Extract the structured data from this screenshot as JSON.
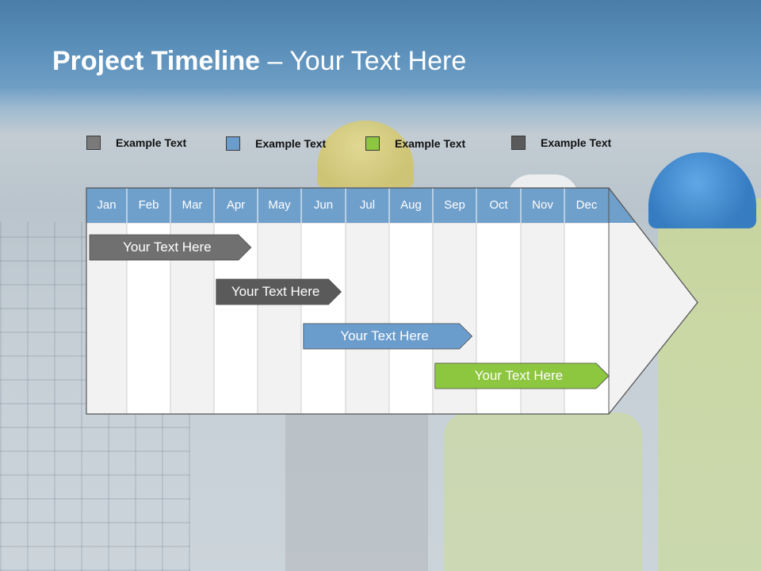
{
  "title": {
    "bold": "Project Timeline",
    "rest": " – Your Text Here"
  },
  "legend": [
    {
      "label": "Example Text",
      "color": "#7a7a7a"
    },
    {
      "label": "Example Text",
      "color": "#6a9ccc"
    },
    {
      "label": "Example Text",
      "color": "#8dc63f"
    },
    {
      "label": "Example Text",
      "color": "#5a5a5a"
    }
  ],
  "months": [
    "Jan",
    "Feb",
    "Mar",
    "Apr",
    "May",
    "Jun",
    "Jul",
    "Aug",
    "Sep",
    "Oct",
    "Nov",
    "Dec"
  ],
  "tasks": [
    {
      "label": "Your  Text Here",
      "start": 0,
      "end": 3.85,
      "color": "#707070"
    },
    {
      "label": "Your  Text Here",
      "start": 3.05,
      "end": 5.9,
      "color": "#5a5a5a"
    },
    {
      "label": "Your  Text Here",
      "start": 5.05,
      "end": 8.9,
      "color": "#6a9ccc"
    },
    {
      "label": "Your  Text Here",
      "start": 8.05,
      "end": 12,
      "color": "#8dc63f"
    }
  ],
  "colors": {
    "header": "#6f9fcb",
    "grid_light": "#f2f2f2",
    "grid_white": "#ffffff"
  }
}
